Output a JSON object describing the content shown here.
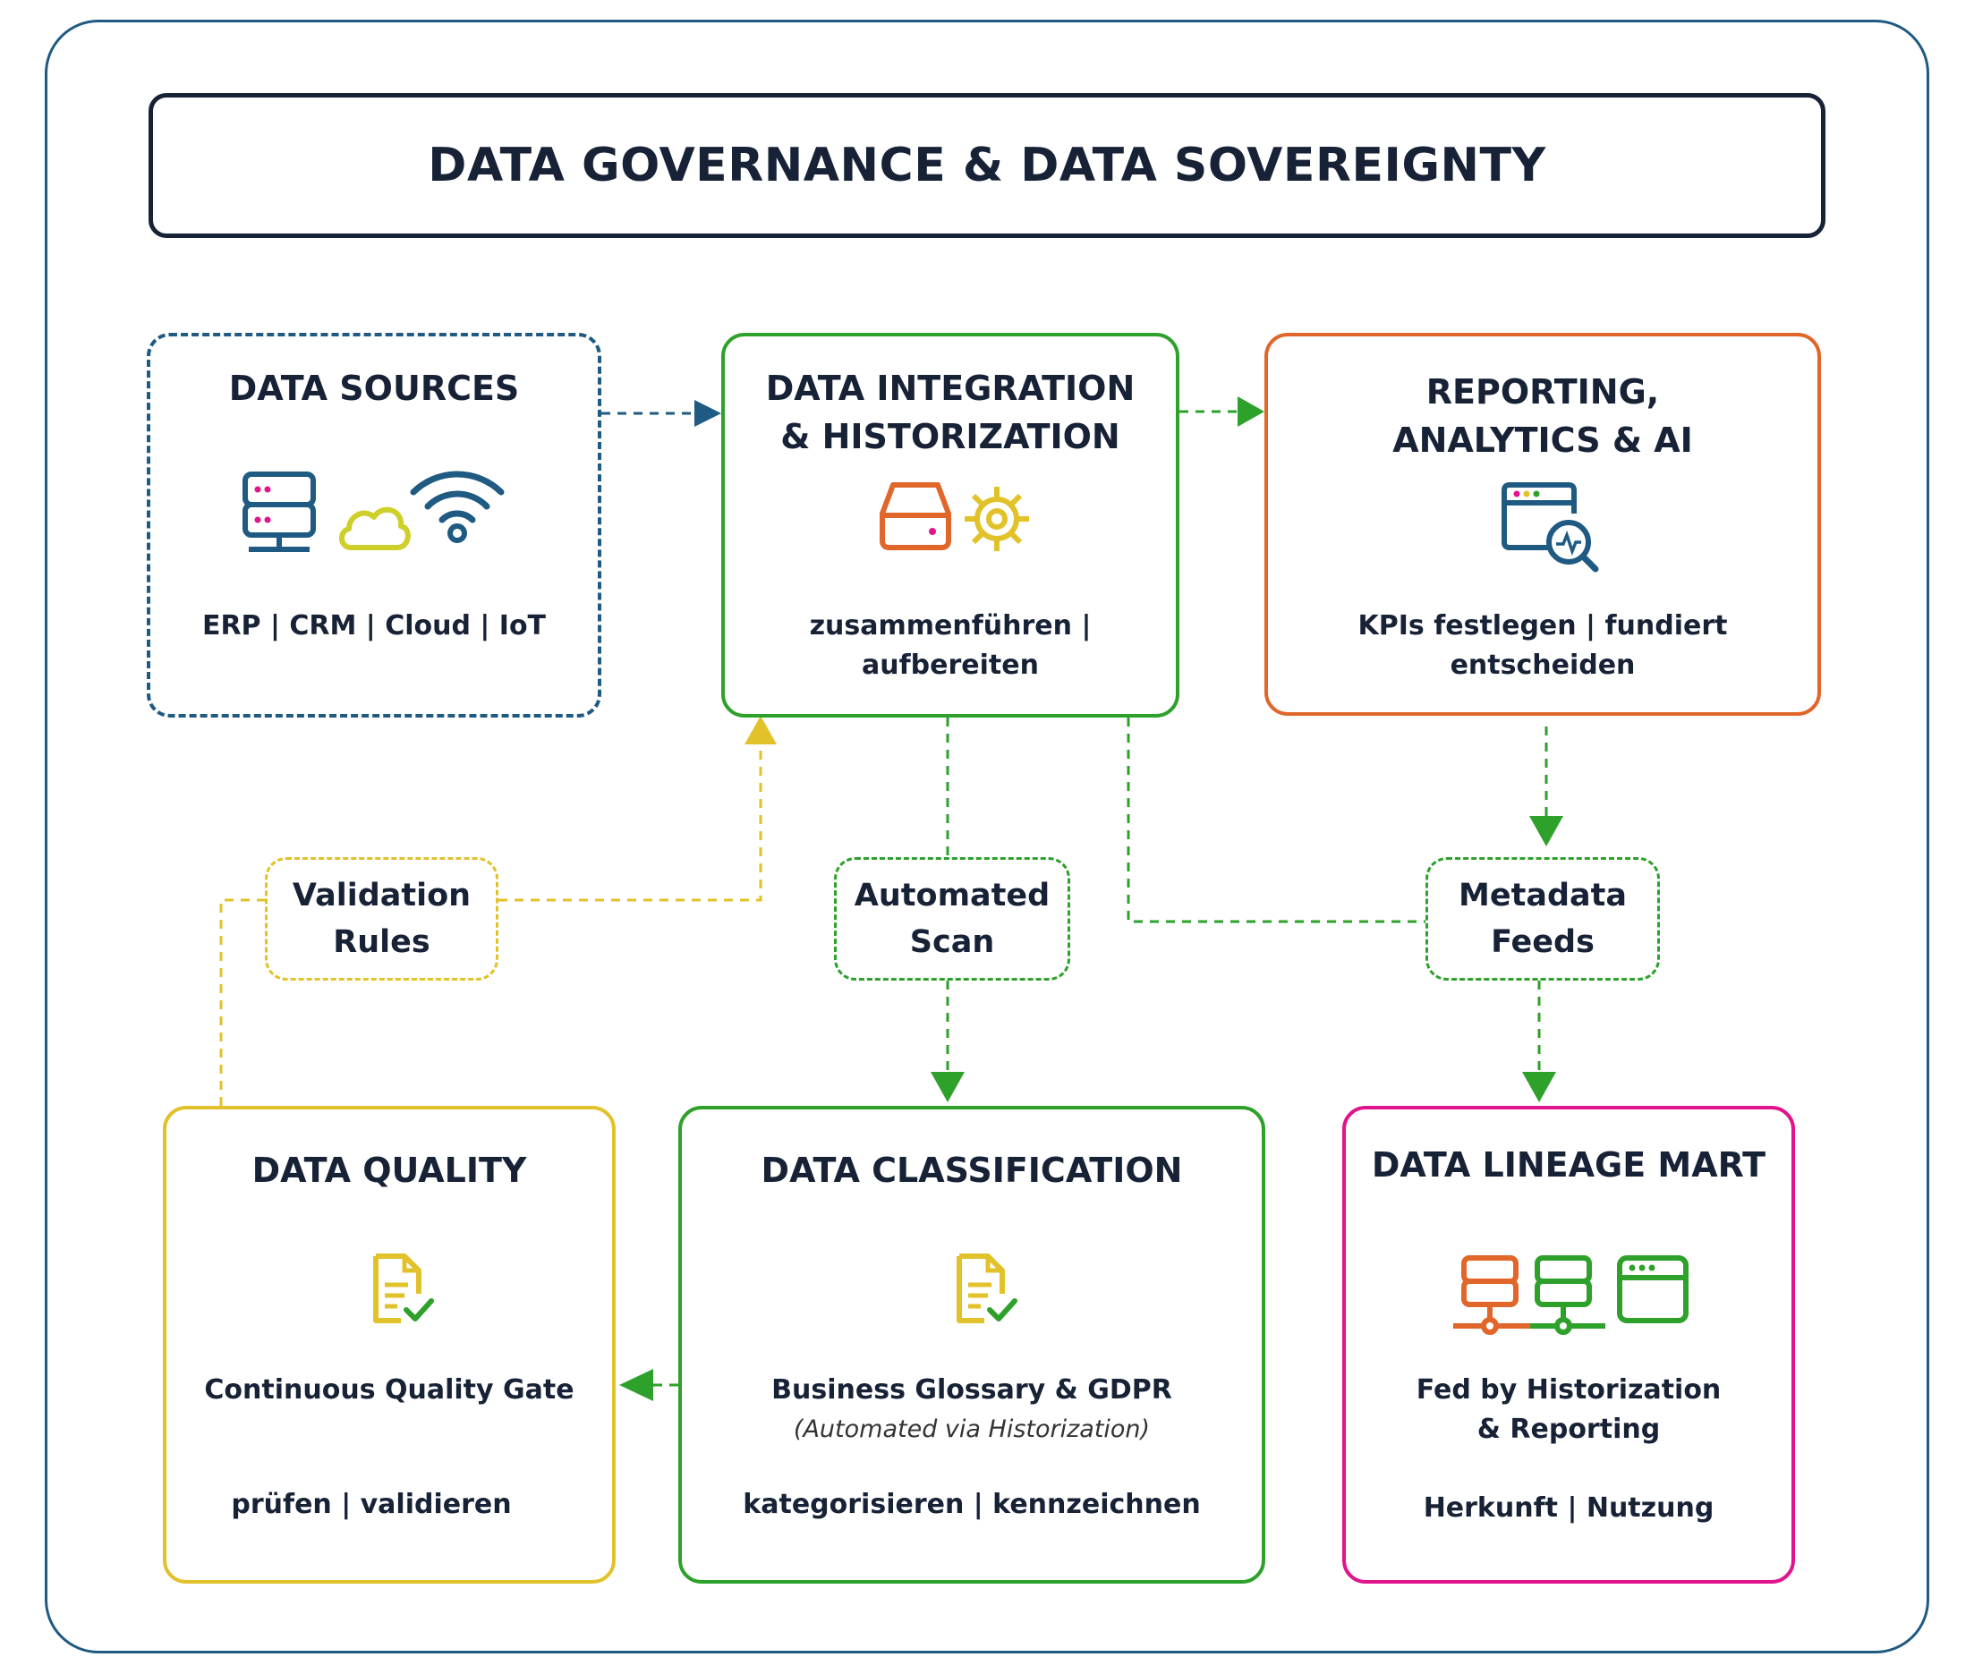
{
  "title": "DATA GOVERNANCE & DATA SOVEREIGNTY",
  "colors": {
    "navy": "#172236",
    "blue": "#1f5a82",
    "green": "#2ea12b",
    "orange": "#e0662a",
    "yellow": "#e2c22a",
    "magenta": "#e0148c"
  },
  "data_sources": {
    "heading": "DATA SOURCES",
    "items": "ERP | CRM | Cloud | IoT",
    "icons": [
      "server-icon",
      "cloud-icon",
      "wifi-icon"
    ]
  },
  "integration": {
    "heading_line1": "DATA INTEGRATION",
    "heading_line2": "& HISTORIZATION",
    "line1": "zusammenführen |",
    "line2": "aufbereiten",
    "icons": [
      "storage-drive-icon",
      "gear-icon"
    ]
  },
  "reporting": {
    "heading_line1": "REPORTING,",
    "heading_line2": "ANALYTICS  & AI",
    "text": "KPIs festlegen | fundiert entscheiden",
    "icons": [
      "analytics-window-icon"
    ]
  },
  "validation_rules": {
    "line1": "Validation",
    "line2": "Rules"
  },
  "automated_scan": {
    "line1": "Automated",
    "line2": "Scan"
  },
  "metadata_feeds": {
    "line1": "Metadata",
    "line2": "Feeds"
  },
  "quality": {
    "heading": "DATA QUALITY",
    "text1": "Continuous Quality Gate",
    "text2": "prüfen | validieren",
    "icons": [
      "checked-document-icon"
    ]
  },
  "classification": {
    "heading": "DATA CLASSIFICATION",
    "text1": "Business Glossary & GDPR",
    "note": "(Automated via Historization)",
    "text2": "kategorisieren | kennzeichnen",
    "icons": [
      "checked-document-icon"
    ]
  },
  "lineage": {
    "heading": "DATA LINEAGE MART",
    "text1": "Fed by Historization",
    "text2": "& Reporting",
    "text3": "Herkunft | Nutzung",
    "icons": [
      "network-server-icon",
      "browser-window-icon"
    ]
  }
}
